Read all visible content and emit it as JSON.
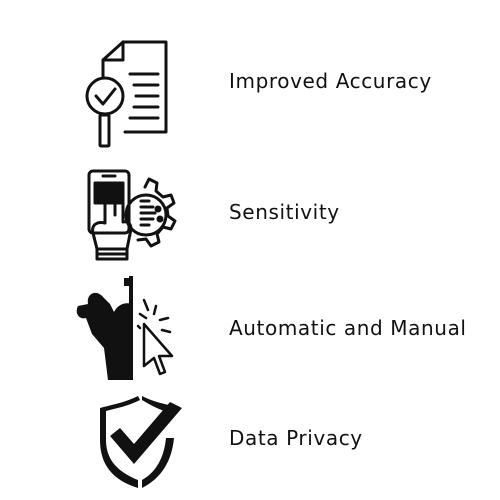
{
  "features": [
    {
      "label": "Improved Accuracy",
      "icon": "document-checkmark-magnifier-icon"
    },
    {
      "label": "Sensitivity",
      "icon": "hand-touch-screen-gear-icon"
    },
    {
      "label": "Automatic and Manual",
      "icon": "robot-cursor-click-icon"
    },
    {
      "label": "Data Privacy",
      "icon": "shield-checkmark-icon"
    }
  ],
  "colors": {
    "ink": "#111111",
    "background": "#ffffff"
  }
}
